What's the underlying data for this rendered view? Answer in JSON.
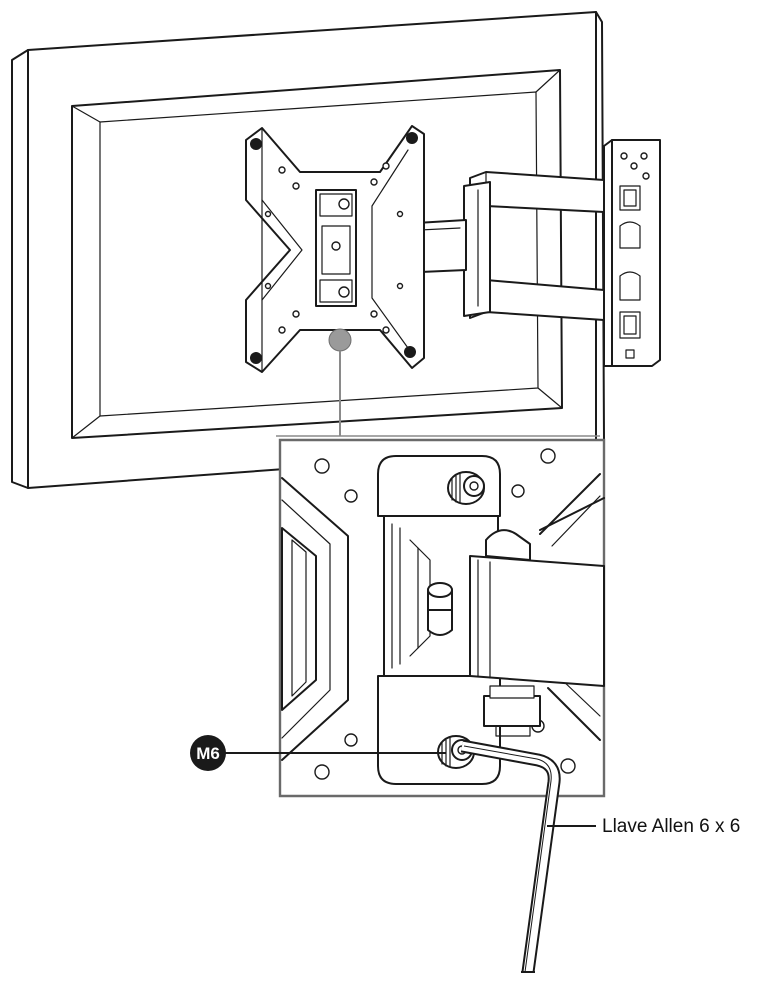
{
  "labels": {
    "screw_badge": "M6",
    "tool_callout": "Llave Allen 6 x 6"
  },
  "colors": {
    "line": "#1a1a1a",
    "background": "#ffffff",
    "badge": "#1a1a1a",
    "badge_text": "#ffffff",
    "callout_dot": "#9a9a9a"
  },
  "icons": {
    "screw": "hex-socket-screw",
    "tool": "allen-key"
  }
}
